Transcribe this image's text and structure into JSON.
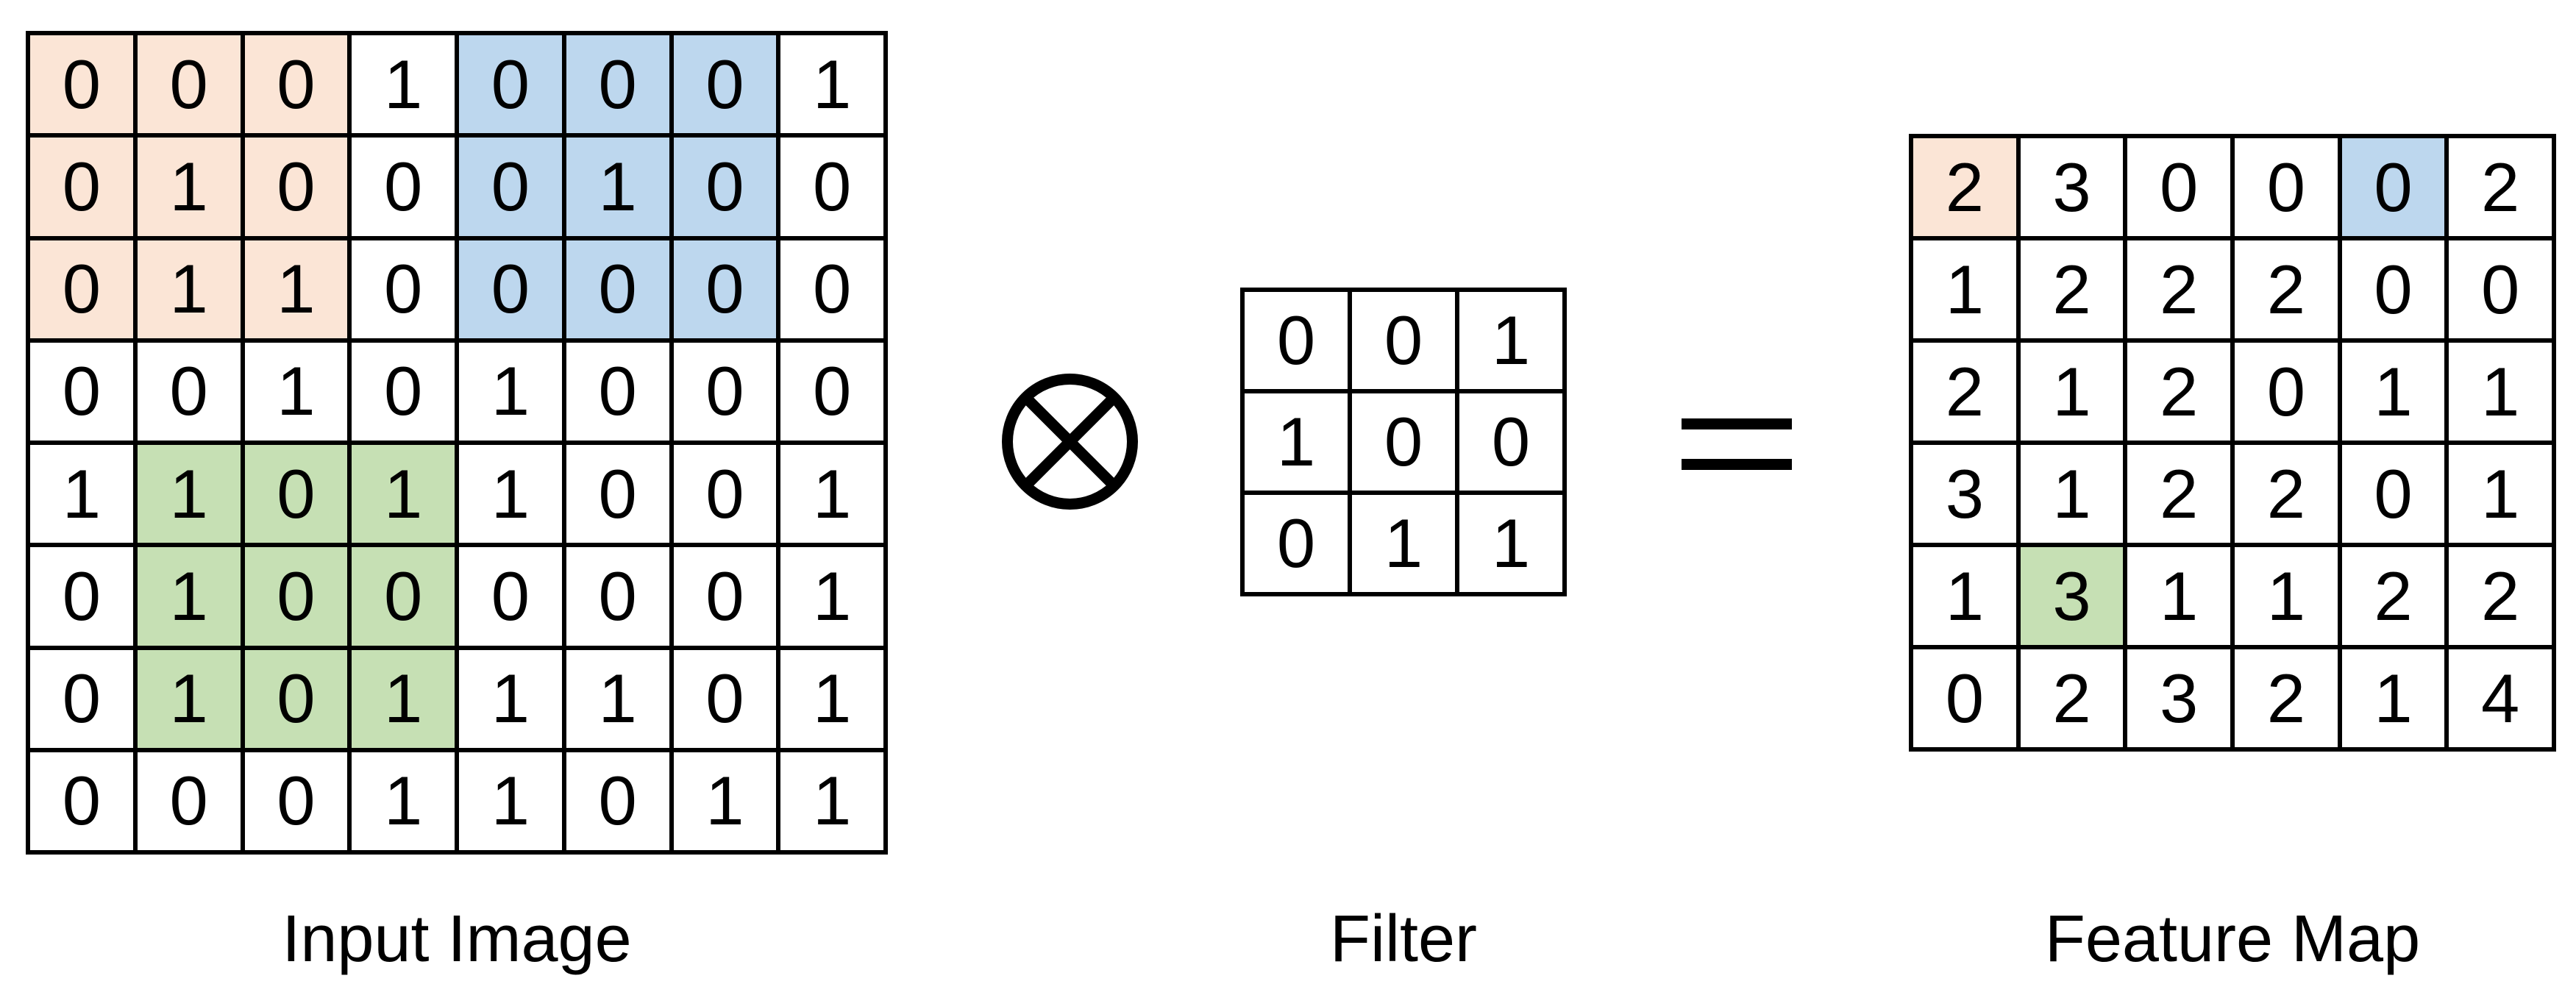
{
  "diagram": {
    "title_semantic": "2D convolution example",
    "colors": {
      "orange": "#FBE5D6",
      "blue": "#BDD7EE",
      "green": "#C6E0B4",
      "grid_line": "#000000",
      "cell_background": "#FFFFFF",
      "text": "#000000"
    },
    "operator": {
      "glyph": "⊗",
      "meaning": "convolution-operator"
    },
    "equals": {
      "glyph": "="
    },
    "input_image": {
      "label": "Input Image",
      "rows": 8,
      "cols": 8,
      "values": [
        [
          0,
          0,
          0,
          1,
          0,
          0,
          0,
          1
        ],
        [
          0,
          1,
          0,
          0,
          0,
          1,
          0,
          0
        ],
        [
          0,
          1,
          1,
          0,
          0,
          0,
          0,
          0
        ],
        [
          0,
          0,
          1,
          0,
          1,
          0,
          0,
          0
        ],
        [
          1,
          1,
          0,
          1,
          1,
          0,
          0,
          1
        ],
        [
          0,
          1,
          0,
          0,
          0,
          0,
          0,
          1
        ],
        [
          0,
          1,
          0,
          1,
          1,
          1,
          0,
          1
        ],
        [
          0,
          0,
          0,
          1,
          1,
          0,
          1,
          1
        ]
      ],
      "highlights": [
        {
          "color": "orange",
          "cells": [
            [
              0,
              0
            ],
            [
              0,
              1
            ],
            [
              0,
              2
            ],
            [
              1,
              0
            ],
            [
              1,
              1
            ],
            [
              1,
              2
            ],
            [
              2,
              0
            ],
            [
              2,
              1
            ],
            [
              2,
              2
            ]
          ]
        },
        {
          "color": "blue",
          "cells": [
            [
              0,
              4
            ],
            [
              0,
              5
            ],
            [
              0,
              6
            ],
            [
              1,
              4
            ],
            [
              1,
              5
            ],
            [
              1,
              6
            ],
            [
              2,
              4
            ],
            [
              2,
              5
            ],
            [
              2,
              6
            ]
          ]
        },
        {
          "color": "green",
          "cells": [
            [
              4,
              1
            ],
            [
              4,
              2
            ],
            [
              4,
              3
            ],
            [
              5,
              1
            ],
            [
              5,
              2
            ],
            [
              5,
              3
            ],
            [
              6,
              1
            ],
            [
              6,
              2
            ],
            [
              6,
              3
            ]
          ]
        }
      ]
    },
    "filter": {
      "label": "Filter",
      "rows": 3,
      "cols": 3,
      "values": [
        [
          0,
          0,
          1
        ],
        [
          1,
          0,
          0
        ],
        [
          0,
          1,
          1
        ]
      ],
      "highlights": []
    },
    "feature_map": {
      "label": "Feature Map",
      "rows": 6,
      "cols": 6,
      "values": [
        [
          2,
          3,
          0,
          0,
          0,
          2
        ],
        [
          1,
          2,
          2,
          2,
          0,
          0
        ],
        [
          2,
          1,
          2,
          0,
          1,
          1
        ],
        [
          3,
          1,
          2,
          2,
          0,
          1
        ],
        [
          1,
          3,
          1,
          1,
          2,
          2
        ],
        [
          0,
          2,
          3,
          2,
          1,
          4
        ]
      ],
      "highlights": [
        {
          "color": "orange",
          "cells": [
            [
              0,
              0
            ]
          ]
        },
        {
          "color": "blue",
          "cells": [
            [
              0,
              4
            ]
          ]
        },
        {
          "color": "green",
          "cells": [
            [
              4,
              1
            ]
          ]
        }
      ]
    }
  }
}
